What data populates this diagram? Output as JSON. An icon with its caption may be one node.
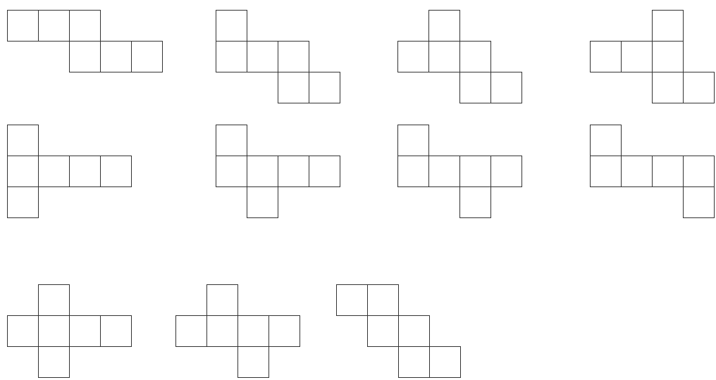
{
  "diagram": {
    "nodes": [
      {
        "text": [],
        "shape": "box"
      },
      {
        "text": [],
        "shape": "box"
      },
      {
        "text": [],
        "shape": "box"
      },
      {
        "text": [],
        "shape": "box"
      },
      {
        "text": [],
        "shape": "box"
      },
      {
        "text": [],
        "shape": "box"
      },
      {
        "text": [],
        "shape": "box"
      },
      {
        "text": [],
        "shape": "box"
      },
      {
        "text": [],
        "shape": "box"
      },
      {
        "text": [],
        "shape": "box"
      },
      {
        "text": [],
        "shape": "box"
      },
      {
        "text": [],
        "shape": "box"
      },
      {
        "text": [],
        "shape": "box"
      },
      {
        "text": [],
        "shape": "box"
      },
      {
        "text": [],
        "shape": "box"
      },
      {
        "text": [],
        "shape": "box"
      },
      {
        "text": [],
        "shape": "box"
      },
      {
        "text": [],
        "shape": "box"
      },
      {
        "text": [],
        "shape": "box"
      },
      {
        "text": [],
        "shape": "box"
      },
      {
        "text": [],
        "shape": "box"
      },
      {
        "text": [],
        "shape": "box"
      },
      {
        "text": [],
        "shape": "box"
      },
      {
        "text": [],
        "shape": "box"
      },
      {
        "text": [],
        "shape": "box"
      },
      {
        "text": [],
        "shape": "box"
      },
      {
        "text": [],
        "shape": "box"
      },
      {
        "text": [],
        "shape": "box"
      },
      {
        "text": [],
        "shape": "box"
      },
      {
        "text": [],
        "shape": "box"
      },
      {
        "text": [],
        "shape": "box"
      },
      {
        "text": [],
        "shape": "box"
      },
      {
        "text": [],
        "shape": "box"
      },
      {
        "text": [],
        "shape": "box"
      },
      {
        "text": [],
        "shape": "box"
      },
      {
        "text": [],
        "shape": "box"
      },
      {
        "text": [],
        "shape": "box"
      },
      {
        "text": [],
        "shape": "box"
      },
      {
        "text": [],
        "shape": "box"
      },
      {
        "text": [],
        "shape": "box"
      },
      {
        "text": [],
        "shape": "box"
      },
      {
        "text": [],
        "shape": "box"
      },
      {
        "text": [],
        "shape": "box"
      },
      {
        "text": [],
        "shape": "box"
      },
      {
        "text": [],
        "shape": "box"
      },
      {
        "text": [],
        "shape": "box"
      },
      {
        "text": [],
        "shape": "box"
      },
      {
        "text": [],
        "shape": "box"
      },
      {
        "text": [],
        "shape": "box"
      },
      {
        "text": [],
        "shape": "box"
      },
      {
        "text": [],
        "shape": "box"
      },
      {
        "text": [],
        "shape": "box"
      },
      {
        "text": [],
        "shape": "box"
      },
      {
        "text": [],
        "shape": "box"
      },
      {
        "text": [],
        "shape": "box"
      },
      {
        "text": [],
        "shape": "box"
      },
      {
        "text": [],
        "shape": "box"
      },
      {
        "text": [],
        "shape": "box"
      },
      {
        "text": [],
        "shape": "box"
      },
      {
        "text": [],
        "shape": "box"
      },
      {
        "text": [],
        "shape": "box"
      },
      {
        "text": [],
        "shape": "box"
      },
      {
        "text": [],
        "shape": "box"
      },
      {
        "text": [],
        "shape": "box"
      },
      {
        "text": [],
        "shape": "box"
      },
      {
        "text": [],
        "shape": "box"
      }
    ]
  }
}
